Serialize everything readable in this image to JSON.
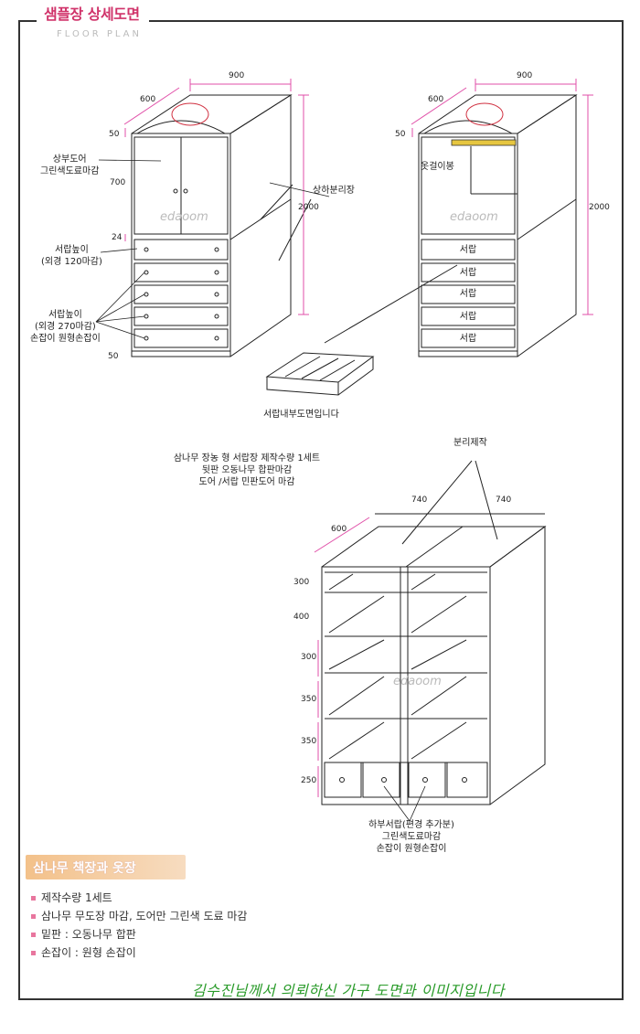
{
  "header": {
    "title": "샘플장 상세도면",
    "subtitle": "FLOOR PLAN"
  },
  "watermark": "edaoom",
  "top_left_cabinet": {
    "dims": {
      "width": "900",
      "depth": "600",
      "top": "50",
      "upper": "700",
      "gap": "24",
      "total": "2000",
      "base": "50"
    },
    "labels": {
      "upper_door": "상부도어\n그린색도료마감",
      "split": "상하분리장",
      "drawer_top": "서랍높이\n(외경 120마감)",
      "drawer_main": "서랍높이\n(외경 270마감)\n손잡이 원형손잡이"
    }
  },
  "top_right_cabinet": {
    "dims": {
      "width": "900",
      "depth": "600",
      "top": "50",
      "total": "2000"
    },
    "hanger": "옷걸이봉",
    "drawers": [
      "서랍",
      "서랍",
      "서랍",
      "서랍",
      "서랍"
    ]
  },
  "drawer_inner_caption": "서랍내부도면입니다",
  "bottom_notes": "삼나무 장농 형 서랍장 제작수량 1세트\n뒷판 오동나무 합판마감\n도어 /서랍 민판도어 마감",
  "bottom_cabinet": {
    "split_label": "분리제작",
    "dims": {
      "w1": "740",
      "w2": "740",
      "depth": "600"
    },
    "shelf_heights": [
      "300",
      "400",
      "300",
      "350",
      "350",
      "250"
    ],
    "drawer_caption": "하부서랍(편경 추가분)\n그린색도료마감\n손잡이 원형손잡이"
  },
  "badge": "삼나무 책장과 옷장",
  "specs": [
    "제작수량   1세트",
    "삼나무 무도장 마감, 도어만 그린색 도료 마감",
    "밑판 : 오동나무 합판",
    "손잡이 : 원형 손잡이"
  ],
  "footer": "김수진님께서 의뢰하신 가구 도면과 이미지입니다",
  "colors": {
    "accent": "#d0336a",
    "dim_line": "#e04fa8",
    "footer": "#2a9b2a",
    "badge": "#f3c18a"
  }
}
